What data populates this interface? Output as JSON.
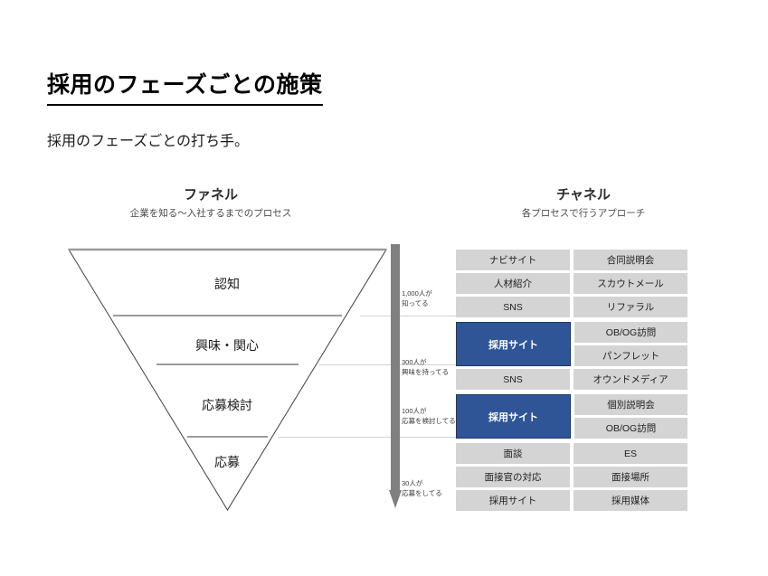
{
  "slide": {
    "title": "採用のフェーズごとの施策",
    "subtitle": "採用のフェーズごとの打ち手。"
  },
  "columns": {
    "funnel": {
      "title": "ファネル",
      "subtitle": "企業を知る〜入社するまでのプロセス"
    },
    "channel": {
      "title": "チャネル",
      "subtitle": "各プロセスで行うアプローチ"
    }
  },
  "funnel": {
    "stages": [
      {
        "label": "認知",
        "count_line1": "1,000人が",
        "count_line2": "知ってる"
      },
      {
        "label": "興味・関心",
        "count_line1": "300人が",
        "count_line2": "興味を持ってる"
      },
      {
        "label": "応募検討",
        "count_line1": "100人が",
        "count_line2": "応募を検討してる"
      },
      {
        "label": "応募",
        "count_line1": "30人が",
        "count_line2": "応募をしてる"
      }
    ]
  },
  "channel_groups": [
    {
      "stage": "認知",
      "rows": [
        {
          "left": "ナビサイト",
          "right": "合同説明会"
        },
        {
          "left": "人材紹介",
          "right": "スカウトメール"
        },
        {
          "left": "SNS",
          "right": "リファラル"
        }
      ]
    },
    {
      "stage": "興味・関心",
      "accent_left": "採用サイト",
      "right_stacked": [
        "OB/OG訪問",
        "パンフレット"
      ],
      "tail": {
        "left": "SNS",
        "right": "オウンドメディア"
      }
    },
    {
      "stage": "応募検討",
      "accent_left": "採用サイト",
      "right_stacked": [
        "個別説明会",
        "OB/OG訪問"
      ]
    },
    {
      "stage": "応募",
      "rows": [
        {
          "left": "面談",
          "right": "ES"
        },
        {
          "left": "面接官の対応",
          "right": "面接場所"
        },
        {
          "left": "採用サイト",
          "right": "採用媒体"
        }
      ]
    }
  ],
  "colors": {
    "accent_blue": "#2f5597",
    "accent_border": "#1f3864",
    "cell_gray": "#d4d4d4",
    "arrow_gray": "#808080",
    "connector_gray": "#d2d2d2",
    "funnel_outline": "#404040"
  }
}
